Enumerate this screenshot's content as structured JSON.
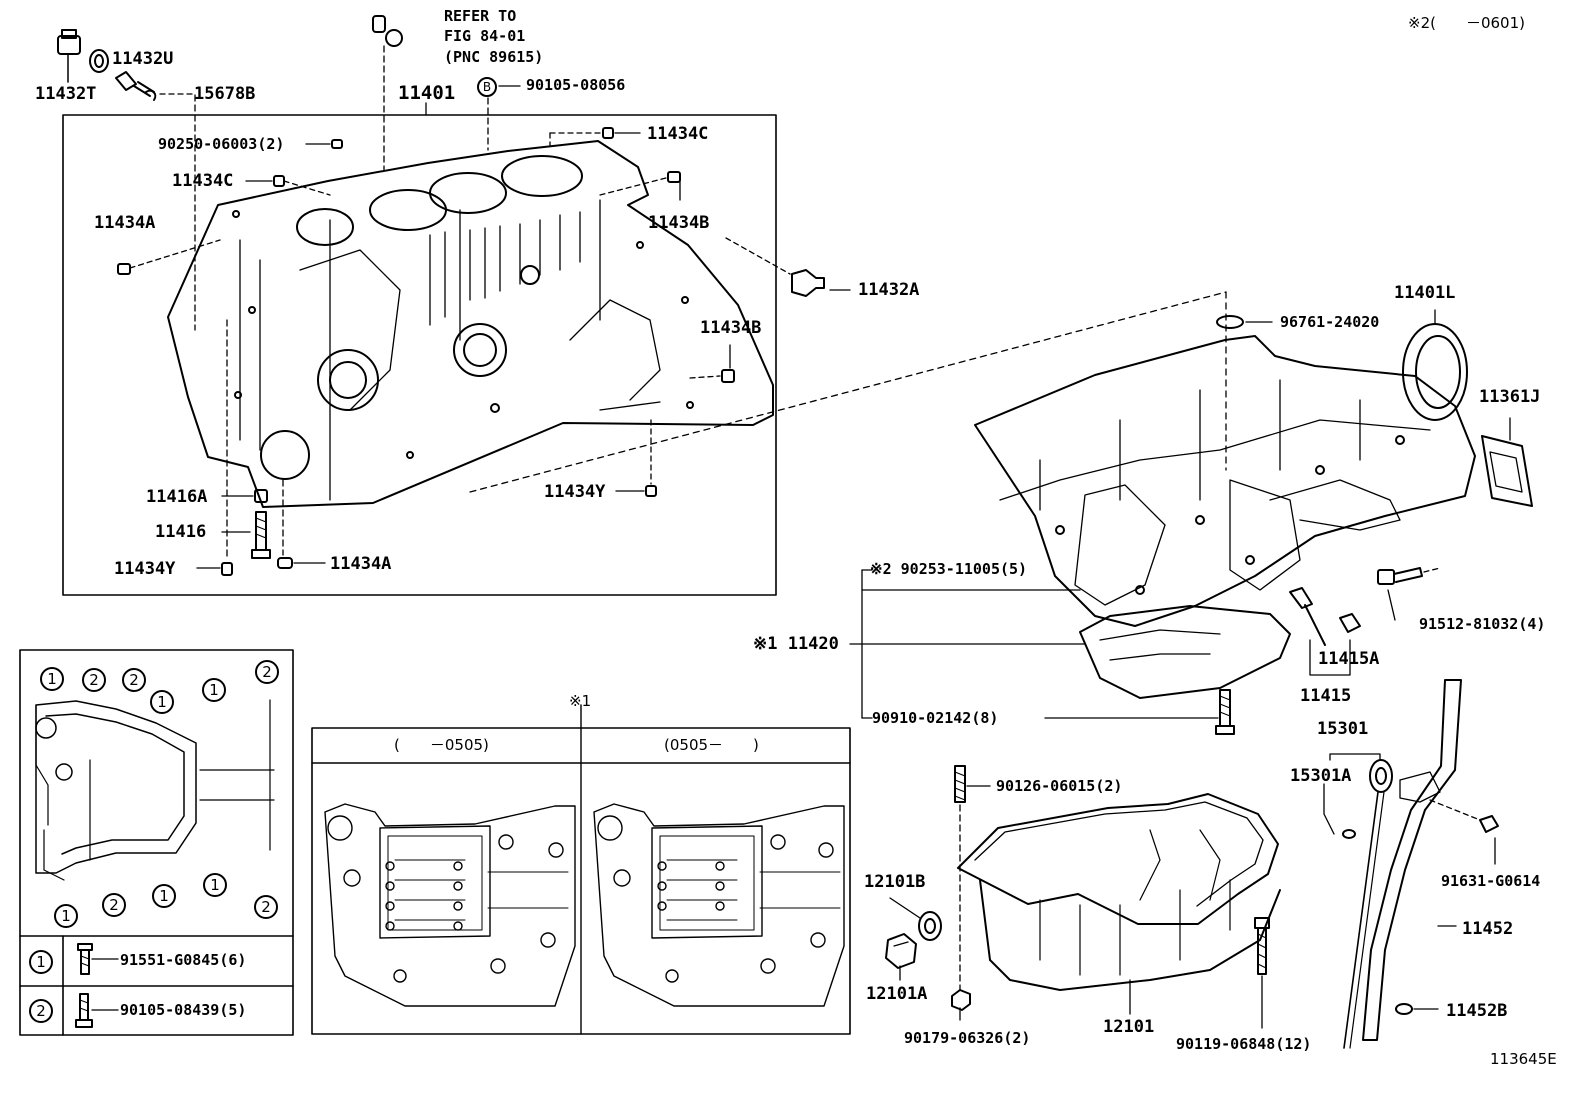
{
  "diagram": {
    "code": "113645E",
    "note_top": "※2(　　－0601)",
    "refer": {
      "line1": "REFER TO",
      "line2": "FIG 84-01",
      "line3": "(PNC 89615)"
    },
    "callout_b": "B",
    "block_labels": {
      "p11432U": "11432U",
      "p11432T": "11432T",
      "p15678B": "15678B",
      "p90105_08056": "90105-08056",
      "p11401": "11401",
      "p90250": "90250-06003(2)",
      "p11434C_top": "11434C",
      "p11434C_left": "11434C",
      "p11434A_left": "11434A",
      "p11434B_top": "11434B",
      "p11432A": "11432A",
      "p11434B_right": "11434B",
      "p11416A": "11416A",
      "p11416": "11416",
      "p11434Y_right": "11434Y",
      "p11434Y_left": "11434Y",
      "p11434A_bottom": "11434A"
    },
    "pan_labels": {
      "p96761": "96761-24020",
      "p11401L": "11401L",
      "p11361J": "11361J",
      "p90253": "※2 90253-11005(5)",
      "p11420": "※1 11420",
      "p91512": "91512-81032(4)",
      "p11415A": "11415A",
      "p11415": "11415",
      "p90910": "90910-02142(8)",
      "p15301": "15301",
      "p15301A": "15301A",
      "p90126": "90126-06015(2)",
      "p12101B": "12101B",
      "p12101A": "12101A",
      "p91631": "91631-G0614",
      "p11452": "11452",
      "p11452B": "11452B",
      "p90179": "90179-06326(2)",
      "p12101": "12101",
      "p90119": "90119-06848(12)"
    },
    "legend": {
      "markers": [
        "1",
        "2",
        "2",
        "1",
        "1",
        "2",
        "1",
        "2",
        "1",
        "1",
        "2"
      ],
      "rows": [
        {
          "marker": "1",
          "part": "91551-G0845(6)"
        },
        {
          "marker": "2",
          "part": "90105-08439(5)"
        }
      ]
    },
    "variants": {
      "title": "※1",
      "left": "(　　－0505)",
      "right": "(0505－　　)"
    }
  }
}
